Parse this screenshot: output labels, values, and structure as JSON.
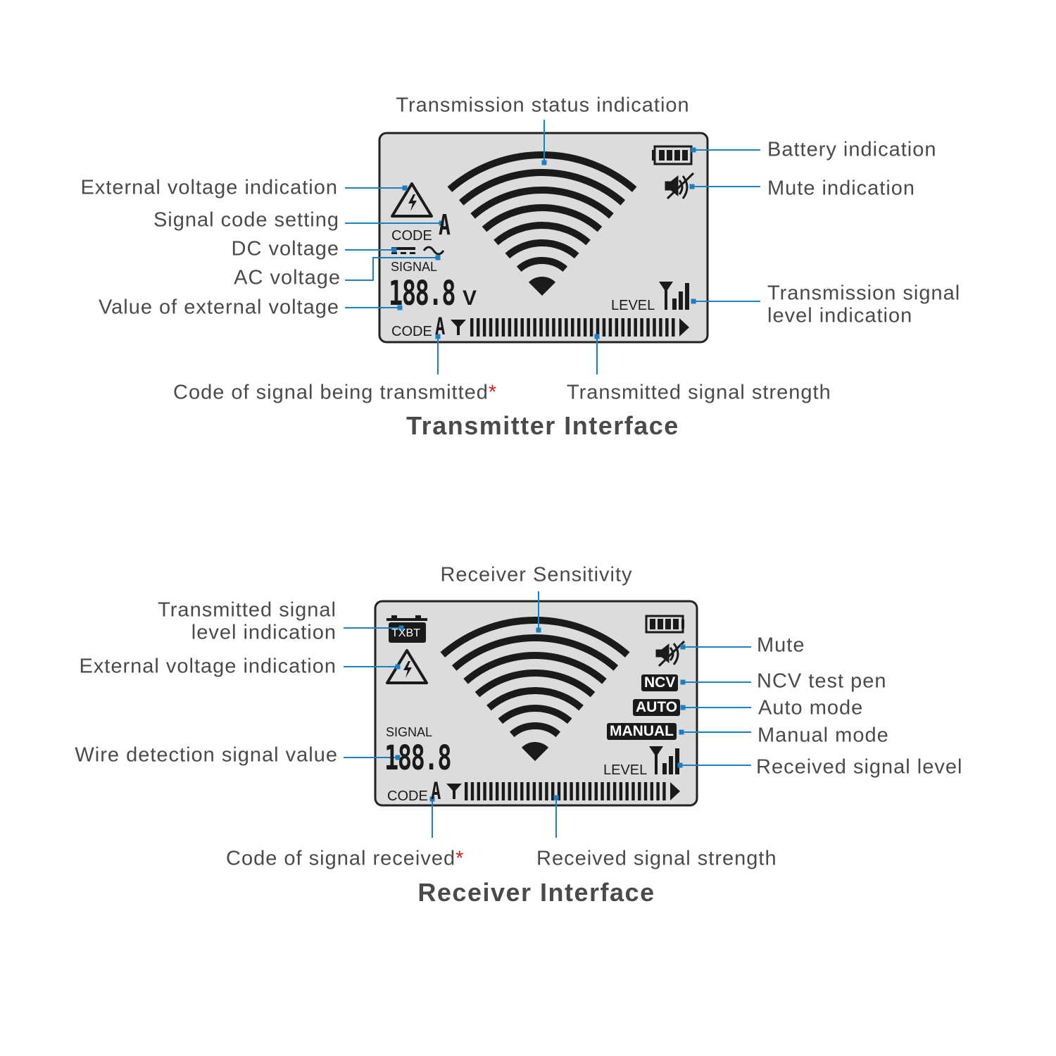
{
  "transmitter": {
    "title": "Transmitter  Interface",
    "labels": {
      "status": "Transmission status indication",
      "battery": "Battery indication",
      "mute": "Mute indication",
      "external_voltage": "External voltage indication",
      "code_setting": "Signal code setting",
      "dc": "DC voltage",
      "ac": "AC voltage",
      "value": "Value of external voltage",
      "level_1": "Transmission signal",
      "level_2": "level indication",
      "code_tx": "Code of signal being transmitted",
      "strength": "Transmitted signal strength",
      "asterisk": "*"
    },
    "lcd": {
      "code_label": "CODE",
      "code_value": "A",
      "signal_label": "SIGNAL",
      "digits": "188.8",
      "unit": "V",
      "level_label": "LEVEL",
      "code_label_bottom": "CODE",
      "code_bottom_value": "A"
    }
  },
  "receiver": {
    "title": "Receiver Interface",
    "labels": {
      "sensitivity": "Receiver Sensitivity",
      "tx_level_1": "Transmitted signal",
      "tx_level_2": "level indication",
      "external_voltage": "External voltage indication",
      "wire_value": "Wire detection signal value",
      "mute": "Mute",
      "ncv": "NCV test pen",
      "auto": "Auto mode",
      "manual": "Manual mode",
      "level": "Received signal level",
      "code_rx": "Code of signal received",
      "strength": "Received signal strength",
      "asterisk": "*"
    },
    "lcd": {
      "txbt": "TXBT",
      "signal_label": "SIGNAL",
      "digits": "188.8",
      "ncv": "NCV",
      "auto": "AUTO",
      "manual": "MANUAL",
      "level_label": "LEVEL",
      "code_label": "CODE",
      "code_value": "A"
    }
  },
  "colors": {
    "leader": "#1b7fc4",
    "lcd_bg": "#dcdcdc",
    "segment": "#1a1a1a",
    "asterisk": "#e02020"
  }
}
